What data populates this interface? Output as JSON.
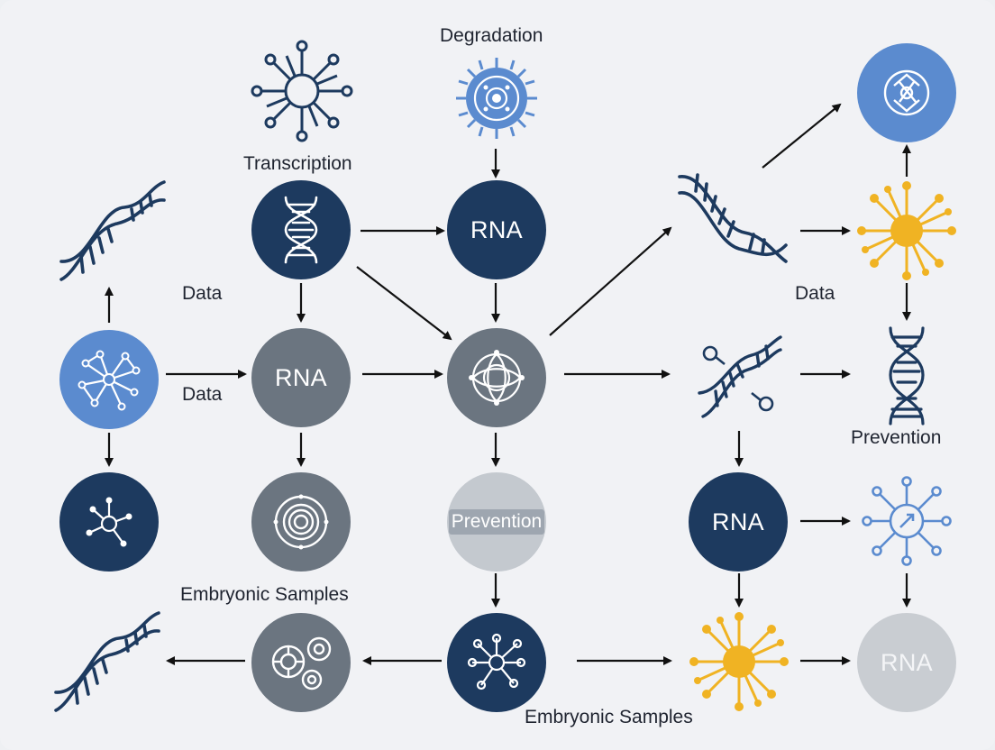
{
  "labels": {
    "degradation": "Degradation",
    "transcription": "Transcription",
    "data_left": "Data",
    "data_mid": "Data",
    "data_right": "Data",
    "prevention_right": "Prevention",
    "embryonic_left": "Embryonic Samples",
    "embryonic_bottom": "Embryonic Samples"
  },
  "nodes": {
    "rna_top": "RNA",
    "rna_middle": "RNA",
    "prevention_center": "Prevention",
    "rna_right": "RNA",
    "rna_bottom_right": "RNA"
  },
  "colors": {
    "navy": "#1d3a5f",
    "slate": "#6b7580",
    "blue": "#5b8bcf",
    "light_gray": "#bec4cb",
    "pale_gray": "#c9cdd2",
    "gold": "#f0b323",
    "arrow": "#111111"
  }
}
